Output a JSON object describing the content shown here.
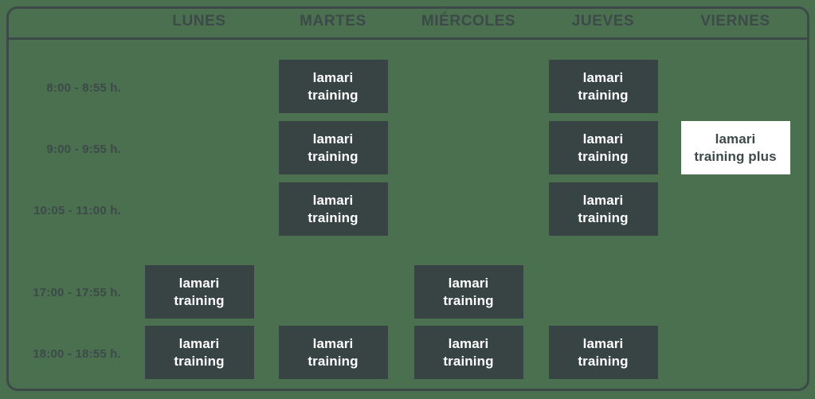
{
  "palette": {
    "page_background": "#4a7050",
    "frame_border": "#3d4a49",
    "block_dark": "#374443",
    "block_dark_text": "#ffffff",
    "block_light": "#ffffff",
    "block_light_text": "#3d4a49",
    "header_text": "#3d4a49",
    "time_text": "#3d4a49"
  },
  "header": {
    "days": [
      {
        "label": "LUNES"
      },
      {
        "label": "MARTES"
      },
      {
        "label": "MIÉRCOLES"
      },
      {
        "label": "JUEVES"
      },
      {
        "label": "VIERNES"
      }
    ]
  },
  "rows": [
    {
      "time": "8:00 - 8:55 h.",
      "cells": [
        {
          "present": false
        },
        {
          "present": true,
          "style": "dark",
          "line1": "lamari",
          "line2": "training"
        },
        {
          "present": false
        },
        {
          "present": true,
          "style": "dark",
          "line1": "lamari",
          "line2": "training"
        },
        {
          "present": false
        }
      ]
    },
    {
      "time": "9:00 - 9:55 h.",
      "cells": [
        {
          "present": false
        },
        {
          "present": true,
          "style": "dark",
          "line1": "lamari",
          "line2": "training"
        },
        {
          "present": false
        },
        {
          "present": true,
          "style": "dark",
          "line1": "lamari",
          "line2": "training"
        },
        {
          "present": true,
          "style": "light",
          "line1": "lamari",
          "line2": "training plus"
        }
      ]
    },
    {
      "time": "10:05 - 11:00 h.",
      "cells": [
        {
          "present": false
        },
        {
          "present": true,
          "style": "dark",
          "line1": "lamari",
          "line2": "training"
        },
        {
          "present": false
        },
        {
          "present": true,
          "style": "dark",
          "line1": "lamari",
          "line2": "training"
        },
        {
          "present": false
        }
      ]
    },
    {
      "time": "17:00 - 17:55 h.",
      "cells": [
        {
          "present": true,
          "style": "dark",
          "line1": "lamari",
          "line2": "training"
        },
        {
          "present": false
        },
        {
          "present": true,
          "style": "dark",
          "line1": "lamari",
          "line2": "training"
        },
        {
          "present": false
        },
        {
          "present": false
        }
      ]
    },
    {
      "time": "18:00 - 18:55 h.",
      "cells": [
        {
          "present": true,
          "style": "dark",
          "line1": "lamari",
          "line2": "training"
        },
        {
          "present": true,
          "style": "dark",
          "line1": "lamari",
          "line2": "training"
        },
        {
          "present": true,
          "style": "dark",
          "line1": "lamari",
          "line2": "training"
        },
        {
          "present": true,
          "style": "dark",
          "line1": "lamari",
          "line2": "training"
        },
        {
          "present": false
        }
      ]
    }
  ]
}
